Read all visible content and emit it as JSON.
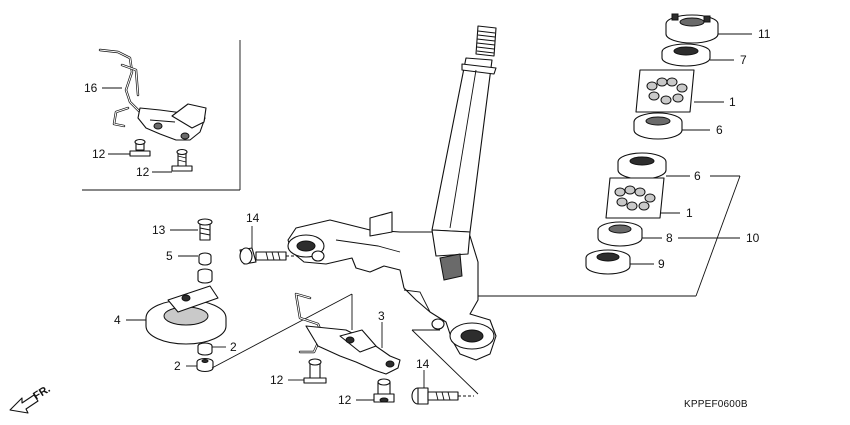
{
  "callouts": [
    {
      "id": "c11",
      "text": "11"
    },
    {
      "id": "c7",
      "text": "7"
    },
    {
      "id": "c1a",
      "text": "1"
    },
    {
      "id": "c6a",
      "text": "6"
    },
    {
      "id": "c6b",
      "text": "6"
    },
    {
      "id": "c1b",
      "text": "1"
    },
    {
      "id": "c8",
      "text": "8"
    },
    {
      "id": "c10",
      "text": "10"
    },
    {
      "id": "c9",
      "text": "9"
    },
    {
      "id": "c16",
      "text": "16"
    },
    {
      "id": "c12a",
      "text": "12"
    },
    {
      "id": "c12b",
      "text": "12"
    },
    {
      "id": "c13",
      "text": "13"
    },
    {
      "id": "c5",
      "text": "5"
    },
    {
      "id": "c4",
      "text": "4"
    },
    {
      "id": "c2a",
      "text": "2"
    },
    {
      "id": "c2b",
      "text": "2"
    },
    {
      "id": "c14a",
      "text": "14"
    },
    {
      "id": "c3",
      "text": "3"
    },
    {
      "id": "c14b",
      "text": "14"
    },
    {
      "id": "c12c",
      "text": "12"
    },
    {
      "id": "c12d",
      "text": "12"
    }
  ],
  "diagram_code": "KPPEF0600B",
  "direction_label": "FR.",
  "icons": [
    "front-direction-arrow-icon"
  ],
  "colors": {
    "ink": "#111111",
    "background": "#ffffff",
    "shade": "#6a6a6a"
  }
}
